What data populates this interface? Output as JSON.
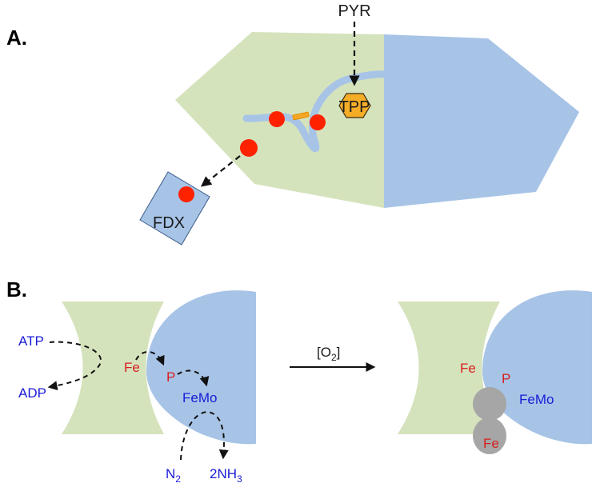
{
  "panel_a": {
    "label": "A.",
    "substrate": "PYR",
    "cofactor": "TPP",
    "acceptor": "FDX"
  },
  "panel_b": {
    "label": "B.",
    "left": {
      "atp": "ATP",
      "adp": "ADP",
      "fe": "Fe",
      "p": "P",
      "femo": "FeMo",
      "n2_main": "N",
      "n2_sub": "2",
      "nh3_prefix": "2NH",
      "nh3_sub": "3"
    },
    "arrow": {
      "condition_open": "[O",
      "condition_sub": "2",
      "condition_close": "]"
    },
    "right": {
      "fe": "Fe",
      "p": "P",
      "femo": "FeMo",
      "fe_damaged": "Fe"
    }
  },
  "colors": {
    "green_domain": "#d5e3bd",
    "blue_domain": "#a7c4e7",
    "linker": "#a7c4e7",
    "cluster_red": "#ff2200",
    "tpp_orange": "#f5ad28",
    "bar_orange": "#f5a623",
    "gray_cluster": "#a6a6a6",
    "label_blue": "#1b1bd6",
    "label_red": "#d81e1e"
  }
}
